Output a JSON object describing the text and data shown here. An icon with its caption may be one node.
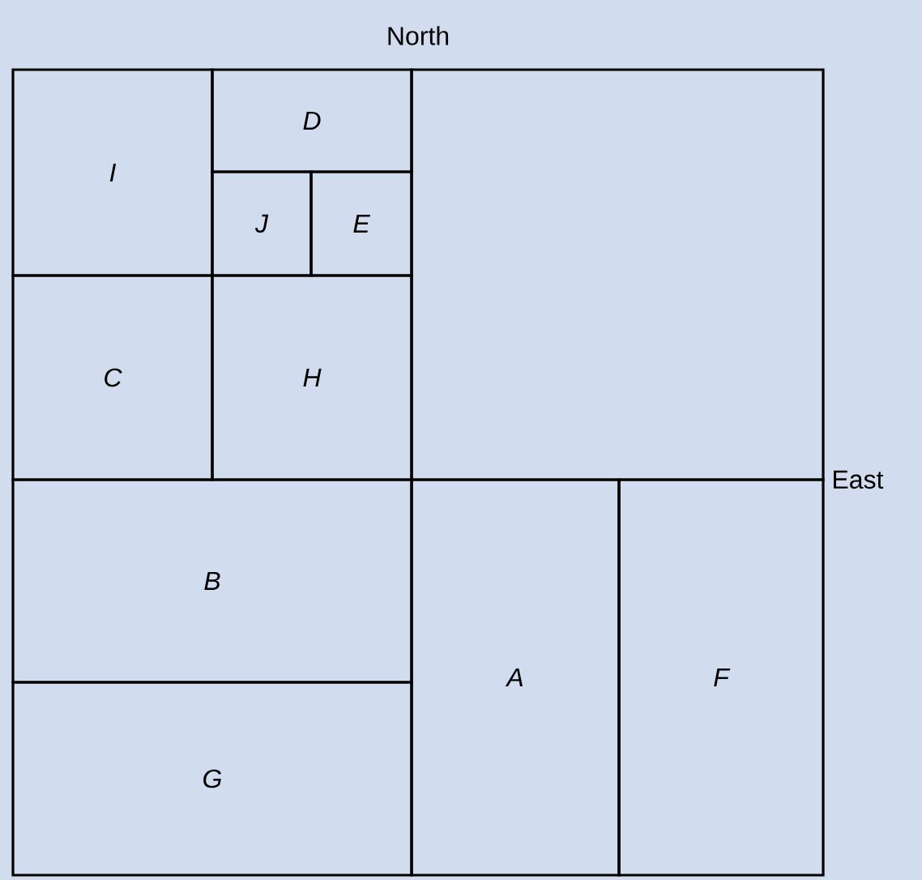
{
  "diagram": {
    "nodes": [
      {
        "text": [
          "I"
        ]
      },
      {
        "text": [
          "D"
        ]
      },
      {
        "text": [],
        "shape": "box"
      },
      {
        "text": [
          "J"
        ]
      },
      {
        "text": [
          "E"
        ]
      },
      {
        "text": [
          "C"
        ]
      },
      {
        "text": [
          "H"
        ]
      },
      {
        "text": [
          "B"
        ]
      },
      {
        "text": [
          "A"
        ]
      },
      {
        "text": [
          "F"
        ]
      },
      {
        "text": [
          "G"
        ]
      }
    ],
    "labels": [
      "North",
      "East"
    ]
  }
}
